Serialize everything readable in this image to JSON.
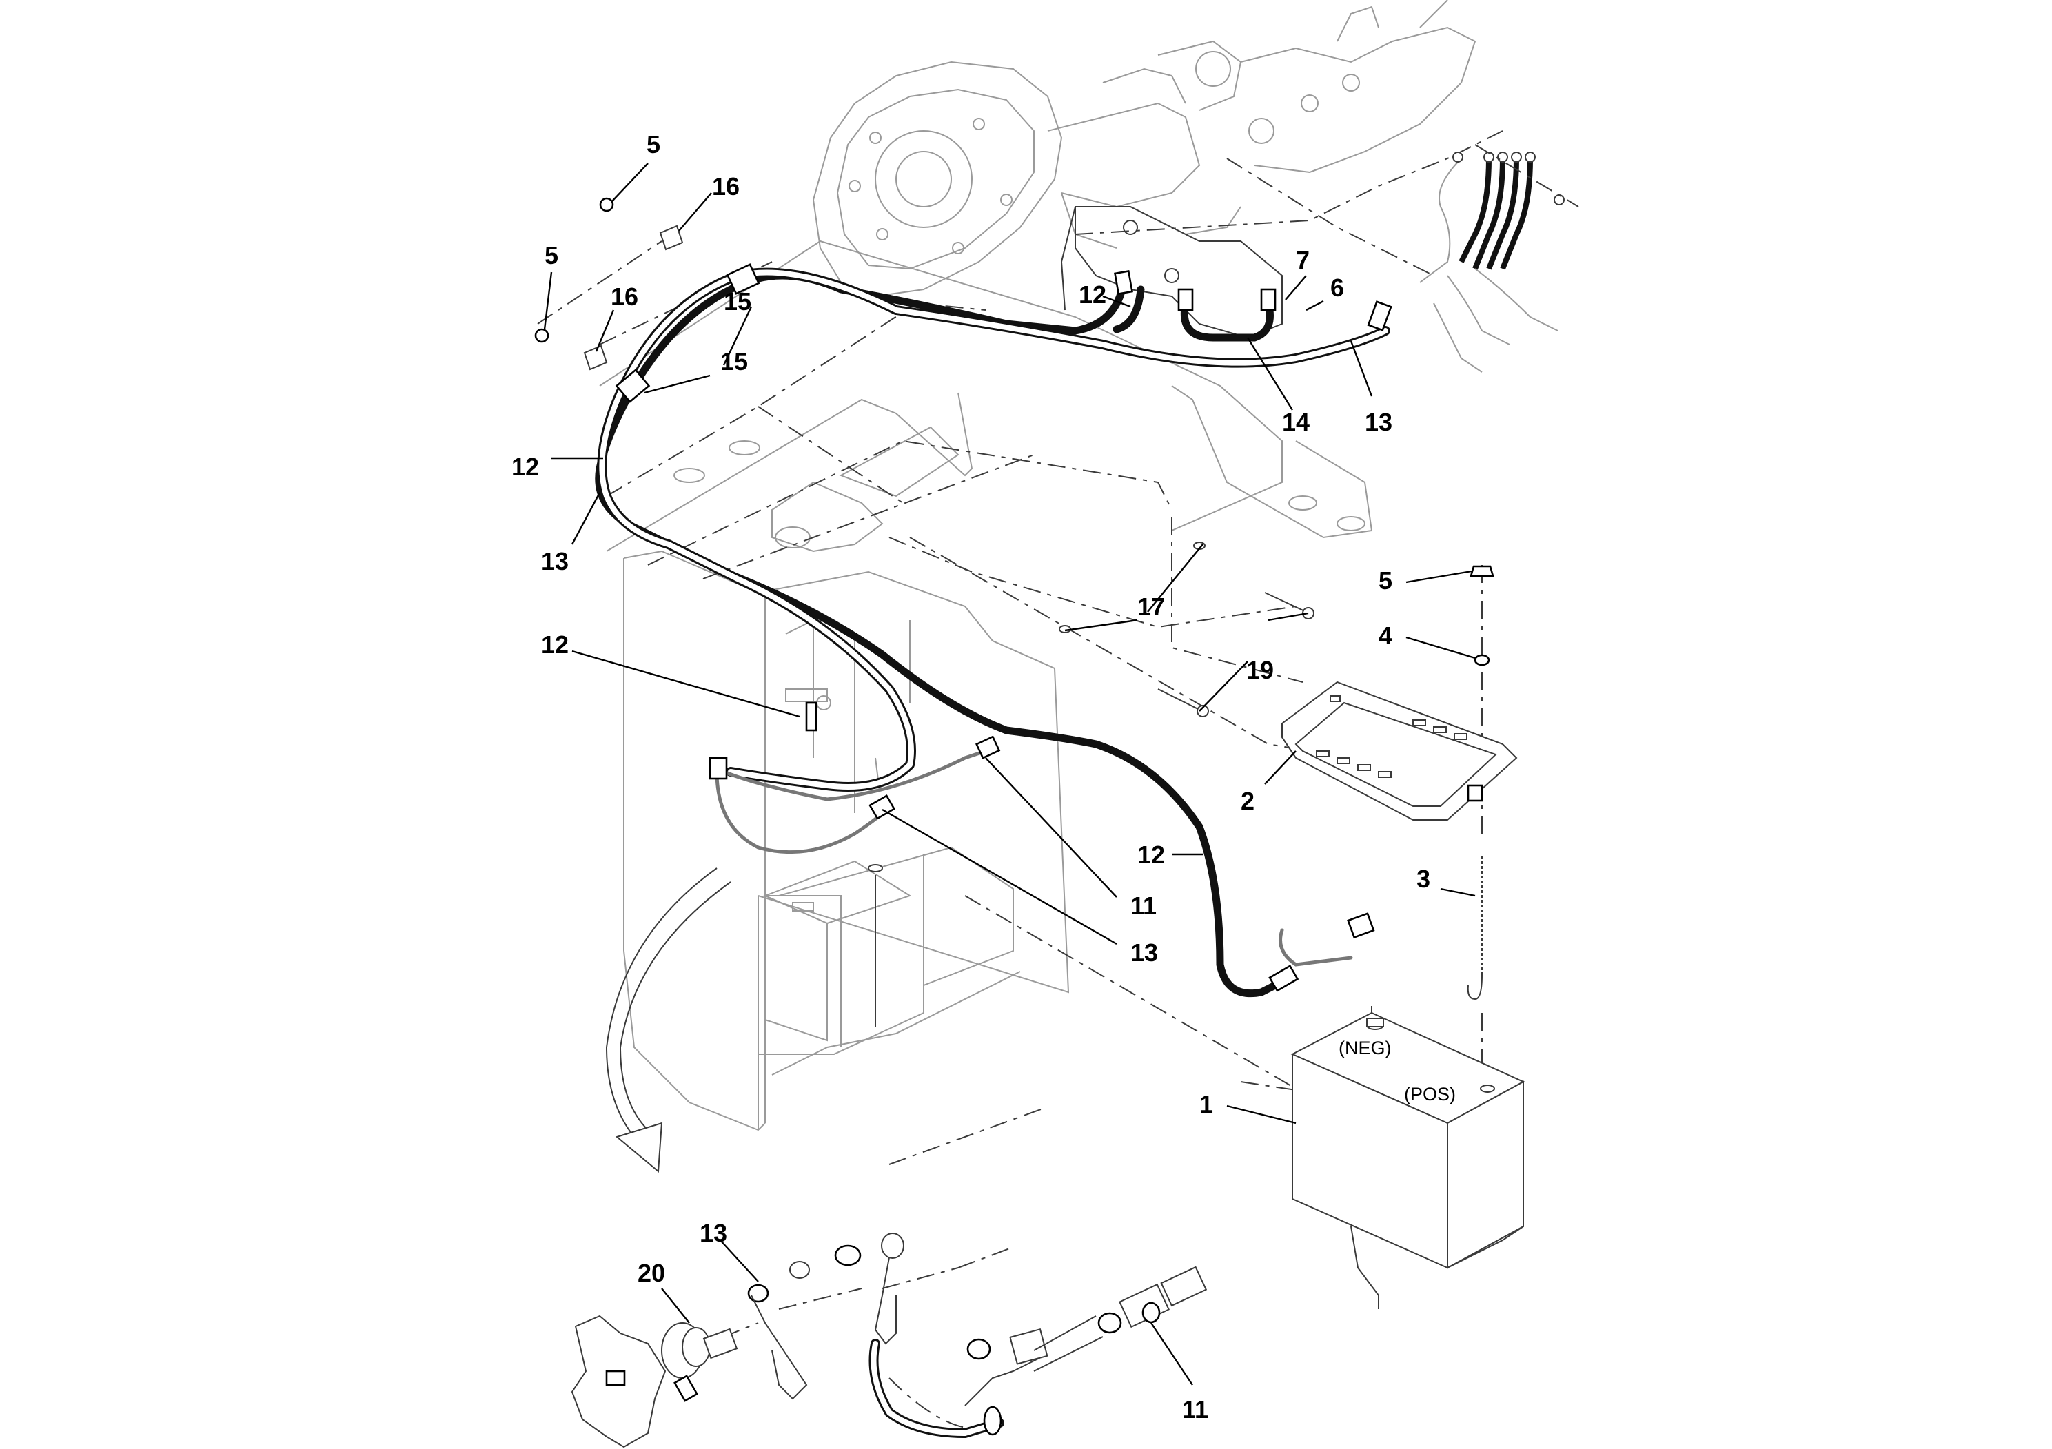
{
  "callouts": {
    "c1": "1",
    "c2": "2",
    "c3": "3",
    "c4": "4",
    "c5a": "5",
    "c5b": "5",
    "c5c": "5",
    "c6": "6",
    "c7": "7",
    "c11a": "11",
    "c11b": "11",
    "c12a": "12",
    "c12b": "12",
    "c12c": "12",
    "c12d": "12",
    "c13a": "13",
    "c13b": "13",
    "c13c": "13",
    "c13d": "13",
    "c14": "14",
    "c15a": "15",
    "c15b": "15",
    "c16a": "16",
    "c16b": "16",
    "c17": "17",
    "c19": "19",
    "c20": "20"
  },
  "terminals": {
    "neg": "(NEG)",
    "pos": "(POS)"
  },
  "colors": {
    "line": "#3a3a3a",
    "cable": "#111111",
    "faint": "#9a9a9a"
  }
}
